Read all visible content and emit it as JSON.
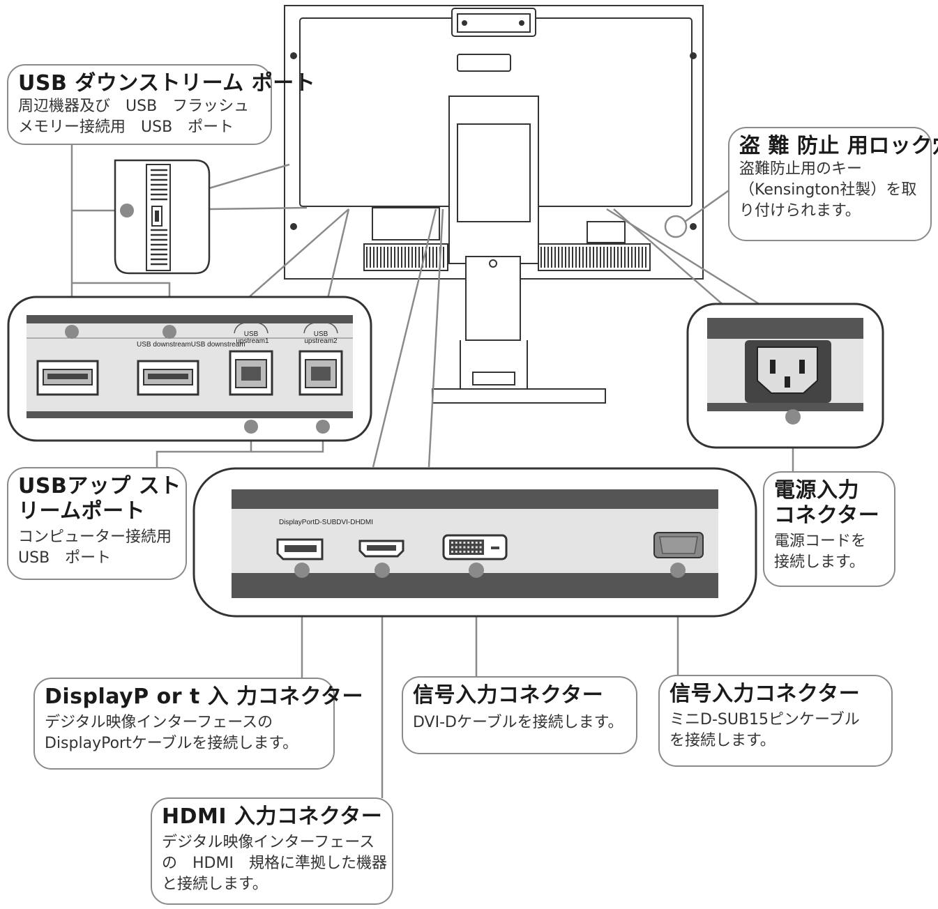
{
  "callouts": {
    "usb_down": {
      "title": "USB ダウンストリーム ポート",
      "desc": [
        "周辺機器及び　USB　フラッシュ",
        "メモリー接続用　USB　ポート"
      ]
    },
    "lock": {
      "title": "盗 難 防止 用ロック穴",
      "desc": [
        "盗難防止用のキー",
        "（Kensington社製）を取",
        "り付けられます。"
      ]
    },
    "usb_up": {
      "title": [
        "USBアップ スト",
        "リームポート"
      ],
      "desc": [
        "コンピューター接続用",
        "USB　ポート"
      ]
    },
    "power": {
      "title": [
        "電源入力",
        "コネクター"
      ],
      "desc": [
        "電源コードを",
        "接続します。"
      ]
    },
    "displayport": {
      "title": "DisplayP or t 入 力コネクター",
      "desc": [
        "デジタル映像インターフェースの",
        "DisplayPortケーブルを接続します。"
      ]
    },
    "dvi": {
      "title": "信号入力コネクター",
      "desc": [
        "DVI-Dケーブルを接続します。"
      ]
    },
    "dsub": {
      "title": "信号入力コネクター",
      "desc": [
        "ミニD-SUB15ピンケーブル",
        "を接続します。"
      ]
    },
    "hdmi": {
      "title": "HDMI 入力コネクター",
      "desc": [
        "デジタル映像インターフェース",
        "の　HDMI　規格に準拠した機器",
        "と接続します。"
      ]
    }
  },
  "port_labels": {
    "usb_downstream": "USB downstreamUSB downstream",
    "usb_upstream1": [
      "USB",
      "upstream1"
    ],
    "usb_upstream2": [
      "USB",
      "upstream2"
    ],
    "video_inputs": "DisplayPortD-SUBDVI-DHDMI"
  },
  "colors": {
    "line": "#8a8a8a",
    "panel": "#e4e4e4",
    "dark_band": "#555555",
    "outline": "#333333"
  }
}
